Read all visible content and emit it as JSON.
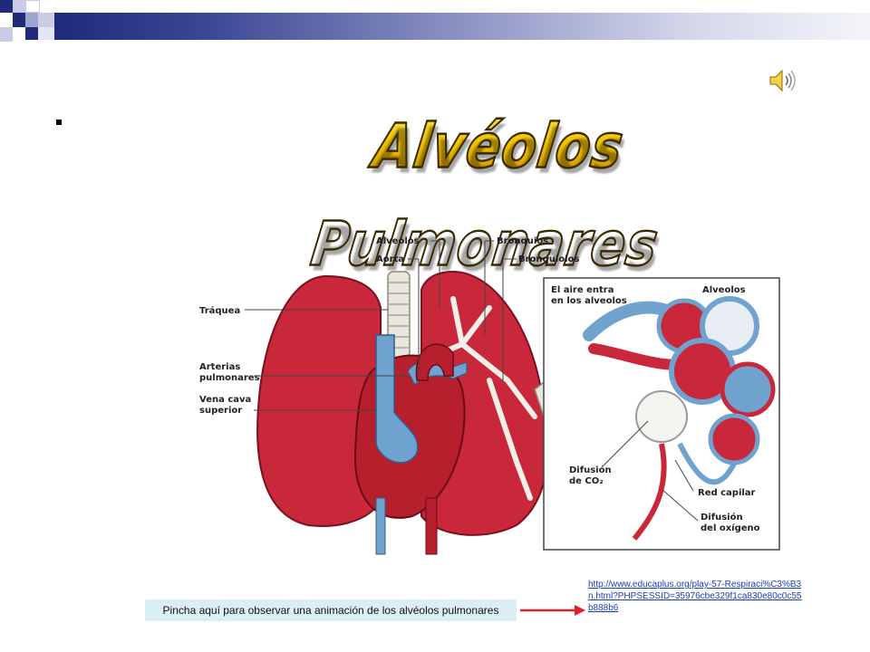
{
  "slide": {
    "title": "Alvéolos Pulmonares",
    "audio_icon": "speaker-icon",
    "bullet": "•"
  },
  "figure": {
    "labels": {
      "alveolos": "Alveolos",
      "aorta": "Aorta",
      "bronquios": "Bronquios",
      "bronquiolos": "Bronquiolos",
      "traquea": "Tráquea",
      "arterias_1": "Arterias",
      "arterias_2": "pulmonares",
      "vena_1": "Vena cava",
      "vena_2": "superior",
      "aire_1": "El aire entra",
      "aire_2": "en los alveolos",
      "alveolos_inset": "Alveolos",
      "difusion_co2_1": "Difusión",
      "difusion_co2_2": "de CO₂",
      "red_capilar": "Red capilar",
      "difusion_o2_1": "Difusión",
      "difusion_o2_2": "del oxígeno"
    },
    "colors": {
      "lung": "#c8283a",
      "heart": "#b81f2c",
      "vein": "#6fa2cf",
      "trachea": "#e8e6dc"
    }
  },
  "footer": {
    "caption": "Pincha aquí para observar una animación de los alvéolos pulmonares",
    "link": "http://www.educaplus.org/play-57-Respiraci%C3%B3n.html?PHPSESSID=35976cbe329f1ca830e80c0c55b888b6",
    "arrow_color": "#e0202a"
  }
}
